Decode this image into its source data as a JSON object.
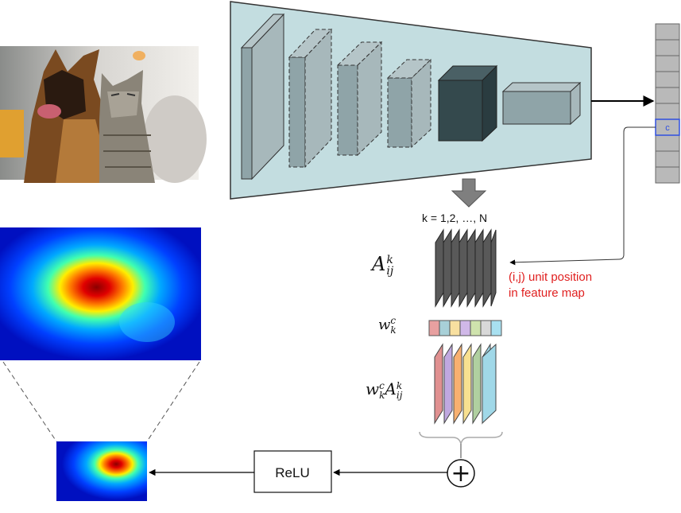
{
  "diagram": {
    "k_range": "k = 1,2, …,  N",
    "activation_symbol": "A",
    "activation_sup": "k",
    "activation_sub": "ij",
    "weight_symbol": "w",
    "weight_sup": "c",
    "weight_sub": "k",
    "class_cell": "c",
    "annotation_line1": "(i,j) unit position",
    "annotation_line2": "in feature map",
    "relu_label": "ReLU",
    "sum_symbol": "+"
  },
  "colors": {
    "cnn_bg": "#c3dde0",
    "block": "#8fa4a8",
    "block_dark": "#34494d",
    "output_vector": "#b9b9b9",
    "class_highlight": "#3050e0",
    "annotation": "#e02020",
    "weight_colors": [
      "#e8a0a0",
      "#a8d0d8",
      "#f8e0a0",
      "#d0b8e8",
      "#cfe3ad",
      "#d8d8d8",
      "#a8e0f0"
    ],
    "weighted_map_colors": [
      "#e09090",
      "#c0a8e0",
      "#f8b070",
      "#f8e090",
      "#b0d0a0",
      "#a0d8e8"
    ]
  }
}
